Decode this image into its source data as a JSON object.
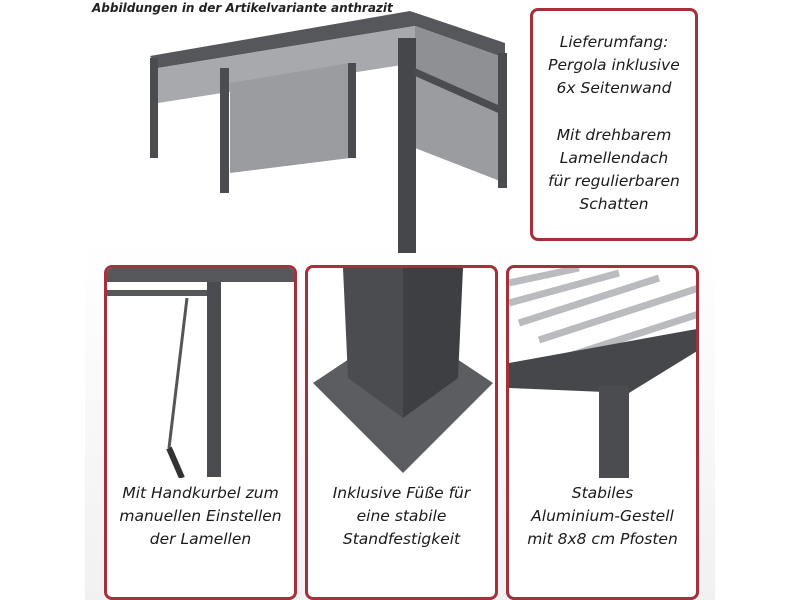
{
  "caption": "Abbildungen in der Artikelvariante anthrazit",
  "info_box": {
    "lines_1": [
      "Lieferumfang:",
      "Pergola inklusive",
      "6x Seitenwand"
    ],
    "lines_2": [
      "Mit drehbarem",
      "Lamellendach",
      "für regulierbaren",
      "Schatten"
    ]
  },
  "panels": [
    {
      "lines": [
        "Mit Handkurbel zum",
        "manuellen Einstellen",
        "der Lamellen"
      ]
    },
    {
      "lines": [
        "Inklusive Füße für",
        "eine stabile",
        "Standfestigkeit"
      ]
    },
    {
      "lines": [
        "Stabiles",
        "Aluminium-Gestell",
        "mit 8x8 cm Pfosten"
      ]
    }
  ],
  "colors": {
    "border": "#a3303a",
    "frame": "#4a4c50",
    "wall": "#9c9ea2"
  }
}
